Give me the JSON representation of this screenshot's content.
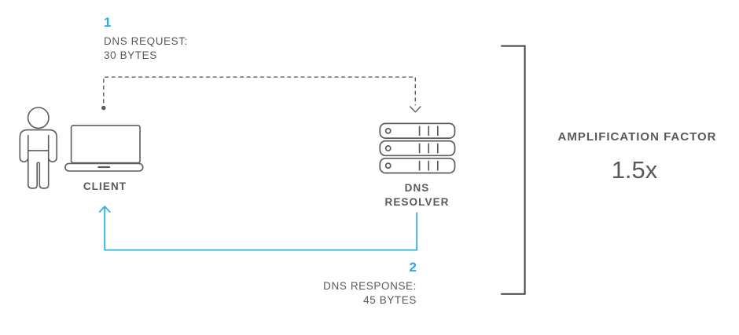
{
  "colors": {
    "accent_blue": "#29ABE2",
    "text_dark": "#58595B",
    "icon_stroke": "#5B5C5E",
    "bracket": "#414042",
    "background": "#FFFFFF"
  },
  "diagram": {
    "step1": {
      "number": "1",
      "label": "DNS REQUEST:",
      "value": "30 BYTES"
    },
    "step2": {
      "number": "2",
      "label": "DNS RESPONSE:",
      "value": "45 BYTES"
    },
    "client": {
      "label": "CLIENT"
    },
    "resolver": {
      "label_line1": "DNS",
      "label_line2": "RESOLVER"
    },
    "amplification": {
      "title": "AMPLIFICATION FACTOR",
      "value": "1.5x"
    }
  }
}
